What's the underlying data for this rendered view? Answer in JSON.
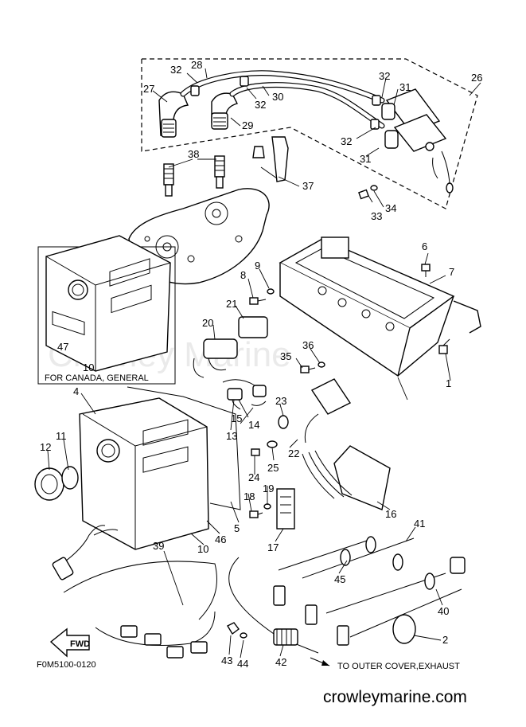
{
  "diagram": {
    "part_numbers": [
      "1",
      "2",
      "4",
      "5",
      "6",
      "7",
      "8",
      "9",
      "10",
      "10",
      "11",
      "12",
      "13",
      "14",
      "15",
      "16",
      "17",
      "18",
      "19",
      "20",
      "21",
      "22",
      "23",
      "24",
      "25",
      "26",
      "27",
      "28",
      "29",
      "30",
      "31",
      "31",
      "32",
      "32",
      "32",
      "32",
      "33",
      "34",
      "35",
      "36",
      "37",
      "38",
      "39",
      "40",
      "41",
      "42",
      "43",
      "44",
      "45",
      "46",
      "47"
    ],
    "notes": {
      "canada": "FOR CANADA, GENERAL",
      "outer_cover": "TO OUTER COVER,EXHAUST",
      "fwd": "FWD",
      "diagram_code": "F0M5100-0120"
    },
    "watermark": "Crowley Marine",
    "footer": "crowleymarine.com"
  }
}
